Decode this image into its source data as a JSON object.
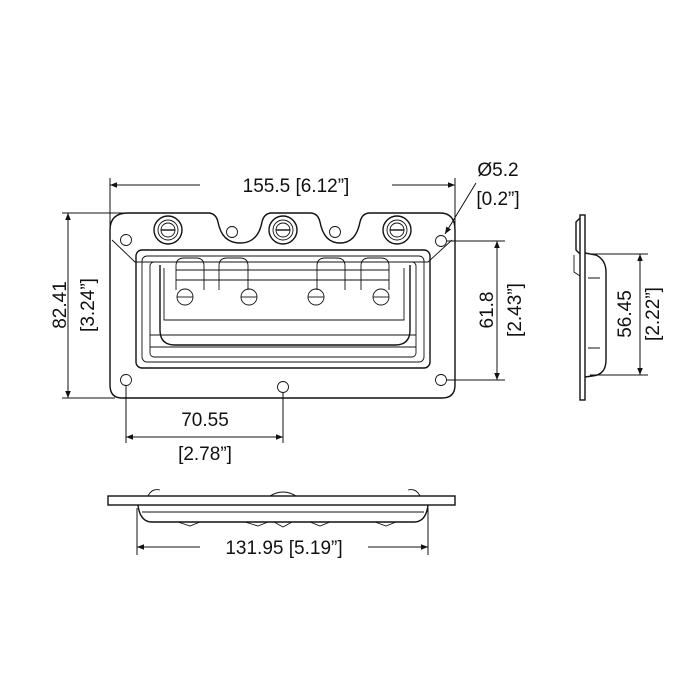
{
  "dimensions": {
    "overall_width": "155.5 [6.12”]",
    "hole_diameter": "Ø5.2",
    "hole_diameter_in": "[0.2”]",
    "overall_height": "82.41",
    "overall_height_in": "[3.24”]",
    "hole_spacing_vertical": "61.8",
    "hole_spacing_vertical_in": "[2.43”]",
    "hole_offset": "70.55",
    "hole_offset_in": "[2.78”]",
    "recess_width": "131.95 [5.19”]",
    "recess_height": "56.45",
    "recess_height_in": "[2.22”]"
  }
}
